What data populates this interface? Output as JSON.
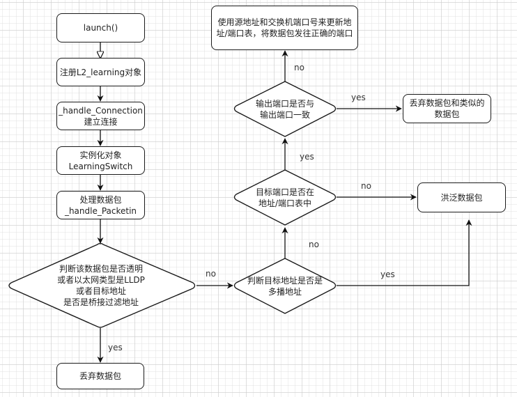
{
  "nodes": {
    "launch": "launch()",
    "register": "注册L2_learning对象",
    "handle_connection": "_handle_Connection\n建立连接",
    "instantiate": "实例化对象\nLearningSwitch",
    "handle_packet": "处理数据包\n_handle_Packetin",
    "check_transparent": "判断该数据包是否透明\n或者以太网类型是LLDP\n或者目标地址\n是否是桥接过滤地址",
    "drop_packet": "丢弃数据包",
    "check_multicast": "判断目标地址是否是\n多播地址",
    "check_port_in_table": "目标端口是否在\n地址/端口表中",
    "check_port_same": "输出端口是否与\n输出端口一致",
    "update_table": "使用源地址和交换机端口号来更新地\n址/端口表，将数据包发往正确的端口",
    "drop_similar": "丢弃数据包和类似的\n数据包",
    "flood": "洪泛数据包"
  },
  "edge_labels": {
    "transparent_no": "no",
    "transparent_yes": "yes",
    "multicast_no": "no",
    "multicast_yes": "yes",
    "in_table_no": "no",
    "in_table_yes": "yes",
    "same_port_no": "no",
    "same_port_yes": "yes"
  }
}
